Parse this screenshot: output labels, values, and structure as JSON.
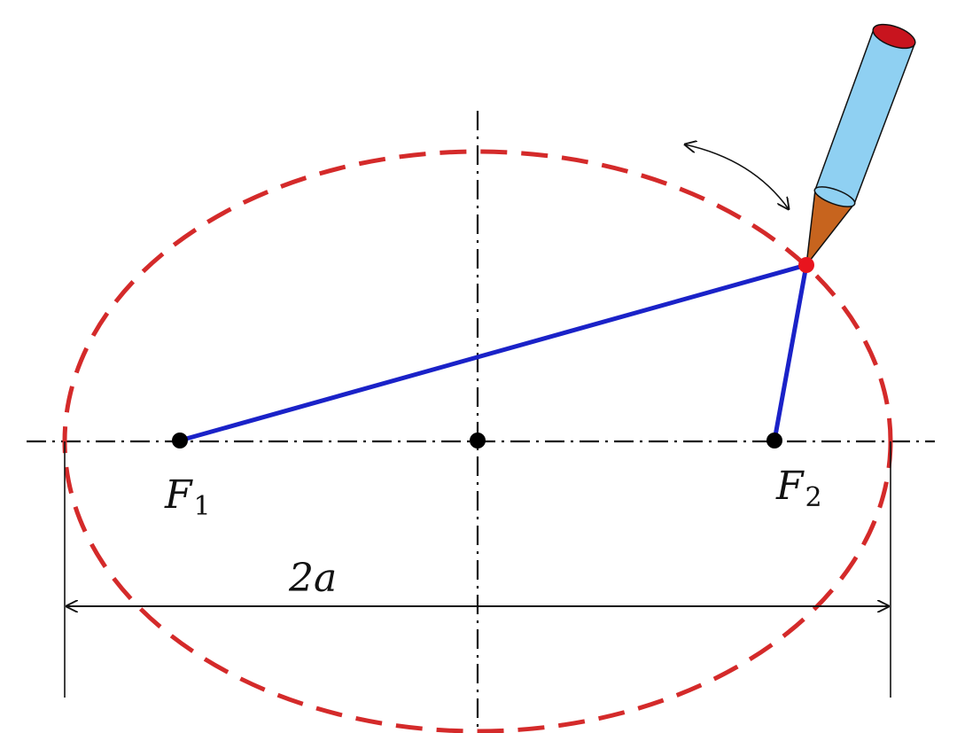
{
  "labels": {
    "focus1": "F",
    "focus1_sub": "1",
    "focus2": "F",
    "focus2_sub": "2",
    "major_axis": "2a"
  },
  "colors": {
    "ellipse": "#d42a2a",
    "string": "#1a22c8",
    "axes": "#111111",
    "pencil_body": "#8fd0f2",
    "pencil_cap": "#c8141e",
    "pencil_wood": "#c7641e",
    "pen_tip": "#e8141e"
  },
  "icons": {
    "pencil": "pencil-icon",
    "rotation": "curved-double-arrow-icon"
  }
}
